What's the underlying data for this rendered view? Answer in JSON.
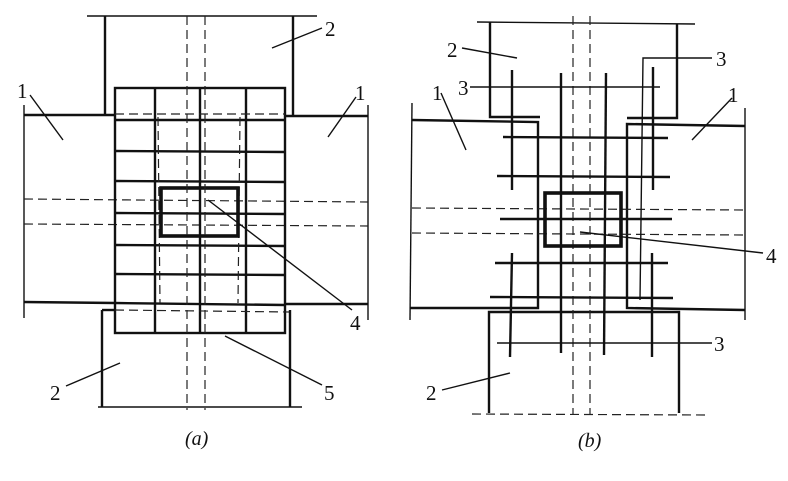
{
  "figure_a": {
    "caption": "(a)",
    "labels": {
      "beam_left": "1",
      "beam_right": "1",
      "column_top": "2",
      "column_bottom": "2",
      "hole": "4",
      "jacket": "5"
    }
  },
  "figure_b": {
    "caption": "(b)",
    "labels": {
      "beam_left": "1",
      "beam_right": "1",
      "column_top": "2",
      "column_bottom": "2",
      "rebar_top_left": "3",
      "rebar_top_right": "3",
      "rebar_bottom": "3",
      "hole": "4"
    }
  }
}
